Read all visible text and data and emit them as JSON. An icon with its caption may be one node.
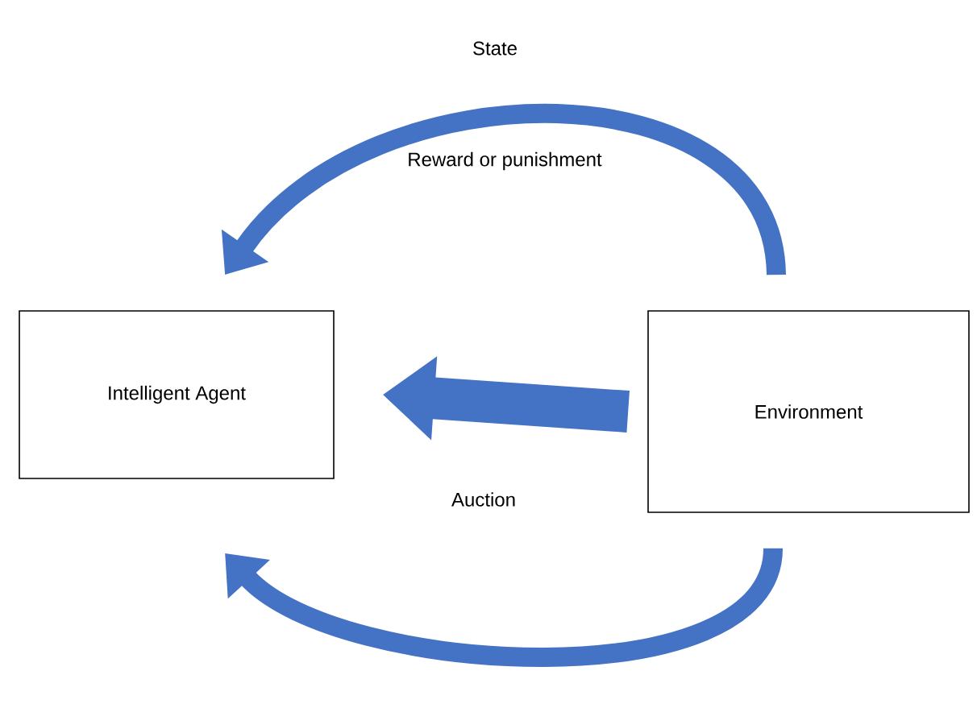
{
  "diagram": {
    "nodes": [
      {
        "text": [
          "Intelligent Agent"
        ]
      },
      {
        "text": [
          "Environment"
        ]
      }
    ],
    "edges": [
      {
        "from": 1,
        "to": 0,
        "arrow": "to",
        "label": "Reward or punishment"
      },
      {
        "from": 1,
        "to": 0,
        "arrow": "to",
        "style": "thick",
        "label": "Auction"
      },
      {
        "from": 1,
        "to": 0,
        "arrow": "to"
      }
    ],
    "labels": [
      "State"
    ]
  }
}
